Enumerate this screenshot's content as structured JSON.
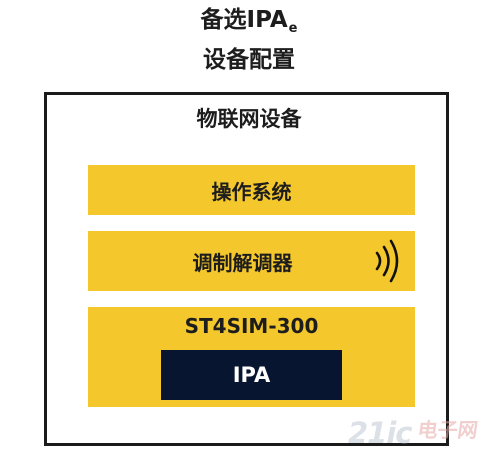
{
  "title": {
    "line1": "备选IPA",
    "subscript": "e",
    "line2": "设备配置"
  },
  "device": {
    "label": "物联网设备",
    "layers": {
      "os": "操作系统",
      "modem": "调制解调器",
      "sim": "ST4SIM-300",
      "ipa": "IPA"
    }
  },
  "icons": {
    "wireless": "wireless-signal-icon"
  },
  "watermark": {
    "text": "21ic",
    "cn": "电子网"
  },
  "colors": {
    "layer_fill": "#f4c72d",
    "ipa_fill": "#071531",
    "border": "#1b1b1b"
  }
}
